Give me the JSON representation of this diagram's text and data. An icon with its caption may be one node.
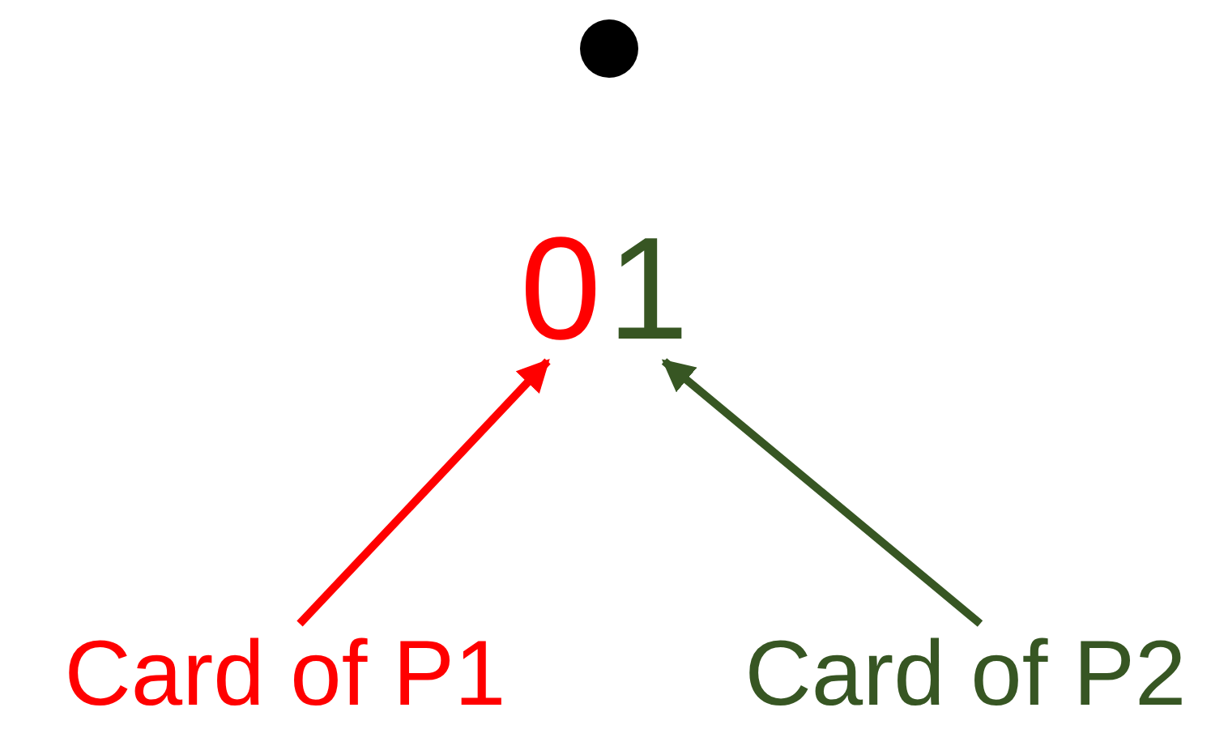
{
  "diagram": {
    "nodes": [
      {
        "text": [],
        "shape": "circle"
      },
      {
        "text": [
          "0"
        ]
      },
      {
        "text": [
          "1"
        ]
      },
      {
        "text": [
          "Card of P1"
        ]
      },
      {
        "text": [
          "Card of P2"
        ]
      }
    ],
    "edges": [
      {
        "from": 3,
        "to": 1,
        "arrow": "to",
        "color": "#ff0000"
      },
      {
        "from": 4,
        "to": 2,
        "arrow": "to",
        "color": "#375623"
      }
    ]
  }
}
